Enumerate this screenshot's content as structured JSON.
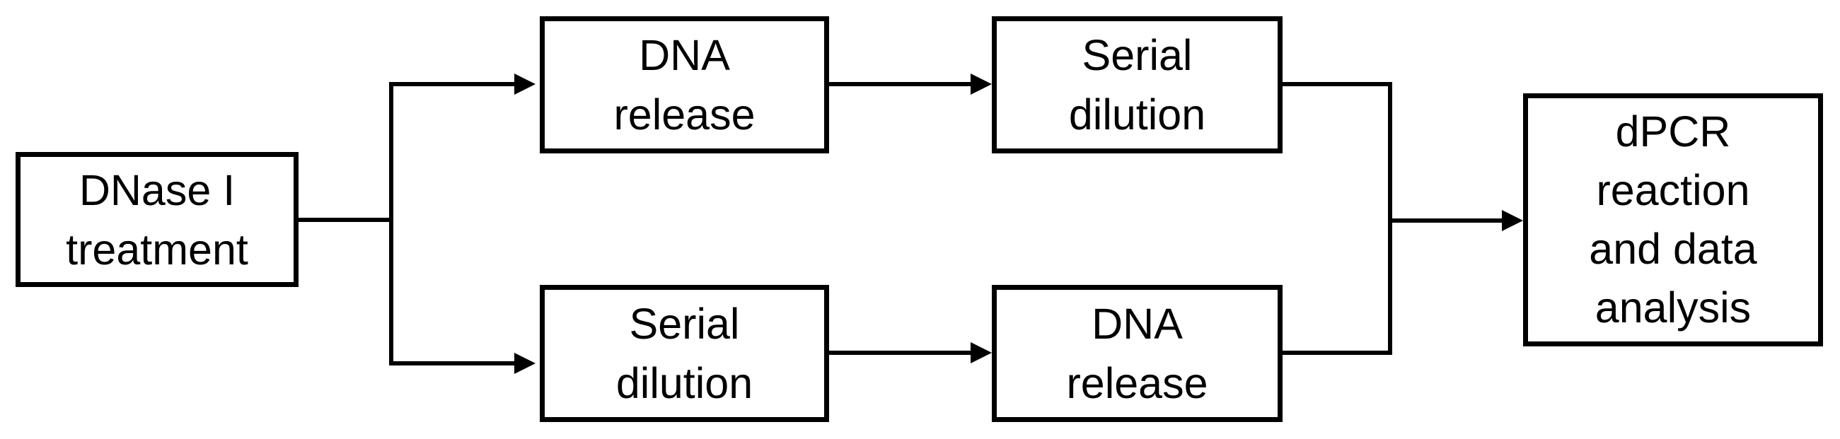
{
  "diagram": {
    "type": "flowchart",
    "background_color": "#ffffff",
    "stroke_color": "#000000",
    "text_color": "#000000",
    "nodes": {
      "dnase_treatment": {
        "label": "DNase I\ntreatment"
      },
      "dna_release_top": {
        "label": "DNA\nrelease"
      },
      "serial_dilution_top": {
        "label": "Serial\ndilution"
      },
      "serial_dilution_bottom": {
        "label": "Serial\ndilution"
      },
      "dna_release_bottom": {
        "label": "DNA\nrelease"
      },
      "dpcr": {
        "label": "dPCR\nreaction\nand data\nanalysis"
      }
    },
    "edges": [
      {
        "from": "dnase_treatment",
        "to": "dna_release_top"
      },
      {
        "from": "dnase_treatment",
        "to": "serial_dilution_bottom"
      },
      {
        "from": "dna_release_top",
        "to": "serial_dilution_top"
      },
      {
        "from": "serial_dilution_bottom",
        "to": "dna_release_bottom"
      },
      {
        "from": "serial_dilution_top",
        "to": "dpcr"
      },
      {
        "from": "dna_release_bottom",
        "to": "dpcr"
      }
    ]
  }
}
